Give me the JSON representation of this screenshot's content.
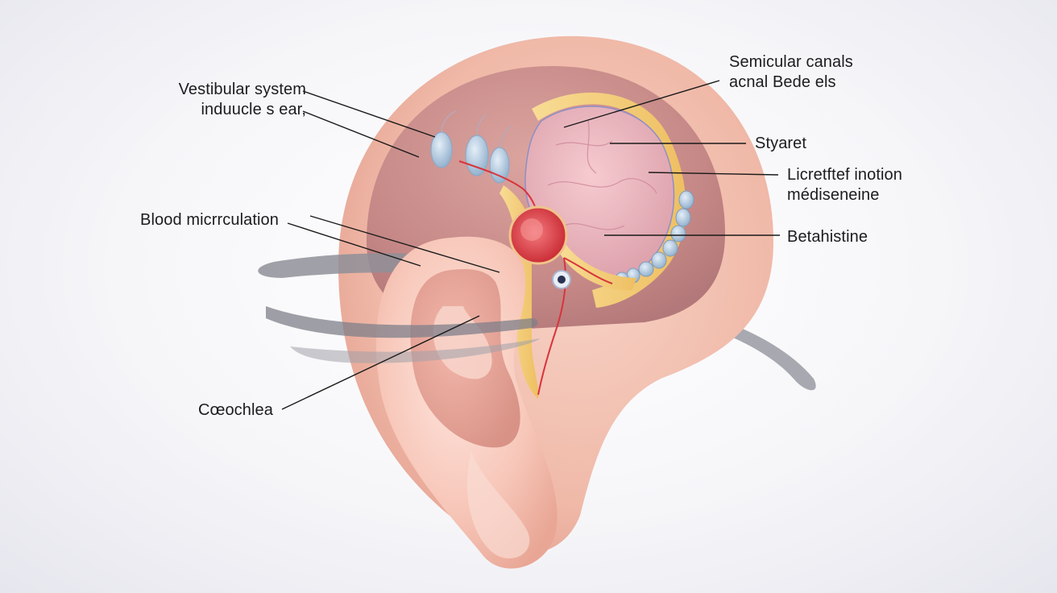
{
  "labels": {
    "vestibular": [
      "Vestibular system",
      "induucle s ear,"
    ],
    "semicircular": [
      "Semicular canals",
      "acnal Bede els"
    ],
    "styaret": [
      "Styaret"
    ],
    "licretftef": [
      "Licretftef inotion",
      "médiseneine"
    ],
    "betahistine": [
      "Betahistine"
    ],
    "blood": [
      "Blood micrrculation"
    ],
    "cochlea": [
      "Cœochlea"
    ]
  },
  "colors": {
    "background": "#f4f4f8",
    "skin": "#f3c2b4",
    "skin_dark": "#d88f84",
    "nerve_yellow": "#f6d27e",
    "vessel_red": "#d8343c",
    "canal_blue": "#a9c2dc",
    "brain_pink": "#eab3bb",
    "swoosh_gray": "#8c8c96",
    "leader_line": "#1a1a1a"
  }
}
